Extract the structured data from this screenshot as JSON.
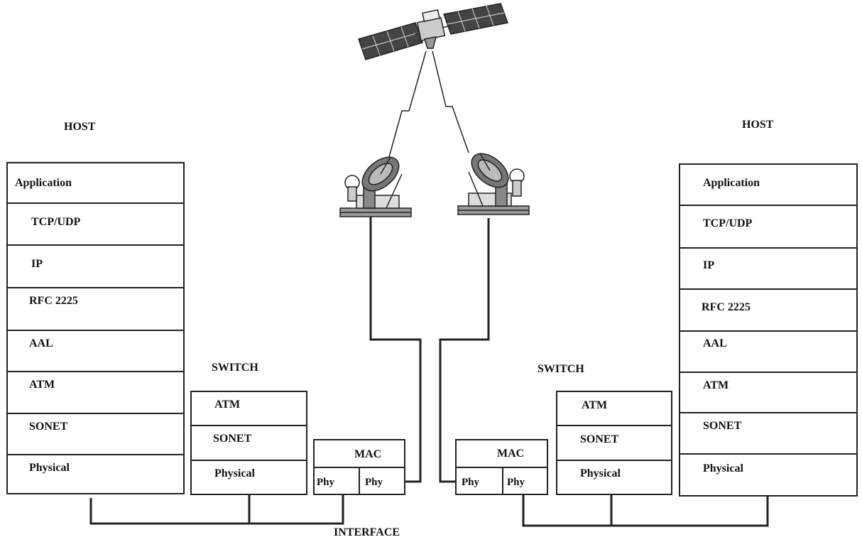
{
  "labels": {
    "host_left": "HOST",
    "host_right": "HOST",
    "switch_left": "SWITCH",
    "switch_right": "SWITCH",
    "interface": "INTERFACE"
  },
  "host_left_layers": [
    "Application",
    "TCP/UDP",
    "IP",
    "RFC 2225",
    "AAL",
    "ATM",
    "SONET",
    "Physical"
  ],
  "host_right_layers": [
    "Application",
    "TCP/UDP",
    "IP",
    "RFC 2225",
    "AAL",
    "ATM",
    "SONET",
    "Physical"
  ],
  "switch_left_layers": [
    "ATM",
    "SONET",
    "Physical"
  ],
  "switch_right_layers": [
    "ATM",
    "SONET",
    "Physical"
  ],
  "mac_left": {
    "mac": "MAC",
    "phy_a": "Phy",
    "phy_b": "Phy"
  },
  "mac_right": {
    "mac": "MAC",
    "phy_a": "Phy",
    "phy_b": "Phy"
  },
  "icons": [
    "satellite-icon",
    "satellite-dish-icon",
    "satellite-dish-icon"
  ]
}
